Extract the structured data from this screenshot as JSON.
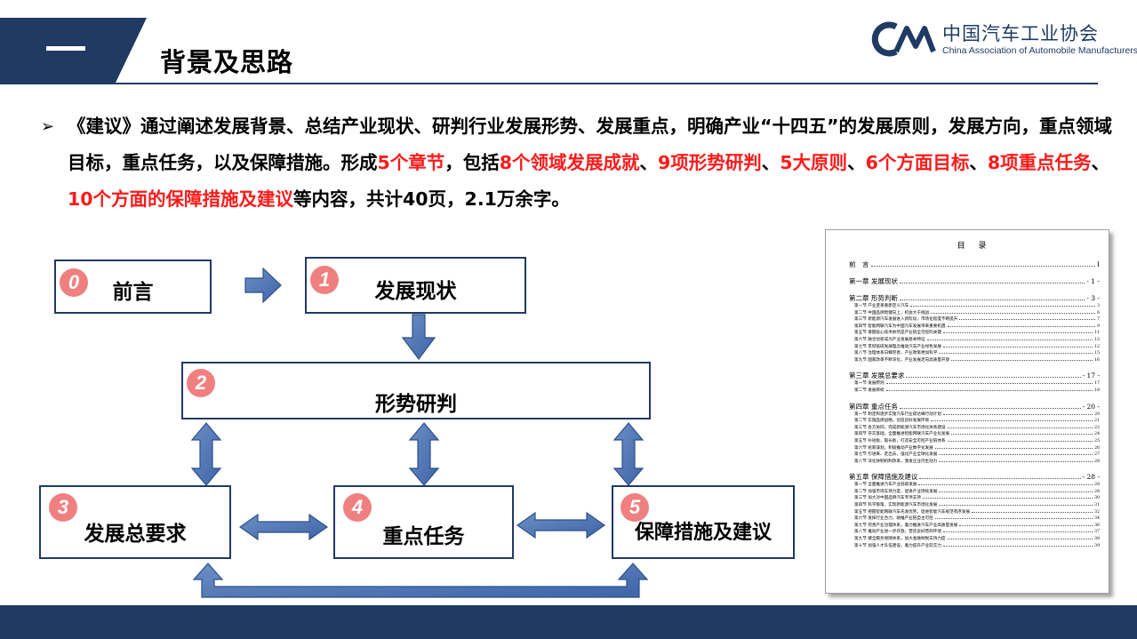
{
  "header": {
    "title": "背景及思路",
    "org_cn": "中国汽车工业协会",
    "org_en": "China Association of Automobile Manufacturers",
    "brand_color": "#1f3b63"
  },
  "intro": {
    "bullet": "➢",
    "segments": [
      {
        "text": "《建议》通过阐述发展背景、总结产业现状、研判行业发展形势、发展重点，明确产业“十四五”的发展原则，发展方向，重点领域目标，重点任务，以及保障措施。形成",
        "red": false
      },
      {
        "text": "5个章节",
        "red": true
      },
      {
        "text": "，包括",
        "red": false
      },
      {
        "text": "8个领域发展成就",
        "red": true
      },
      {
        "text": "、",
        "red": false
      },
      {
        "text": "9项形势研判",
        "red": true
      },
      {
        "text": "、",
        "red": false
      },
      {
        "text": "5大原则",
        "red": true
      },
      {
        "text": "、",
        "red": false
      },
      {
        "text": "6个方面目标",
        "red": true
      },
      {
        "text": "、",
        "red": false
      },
      {
        "text": "8项重点任务",
        "red": true
      },
      {
        "text": "、",
        "red": false
      },
      {
        "text": "10个方面的保障措施及建议",
        "red": true
      },
      {
        "text": "等内容，共计40页，2.1万余字。",
        "red": false
      }
    ]
  },
  "flow": {
    "box0": {
      "num": "0",
      "label": "前言"
    },
    "box1": {
      "num": "1",
      "label": "发展现状"
    },
    "box2": {
      "num": "2",
      "label": "形势研判"
    },
    "box3": {
      "num": "3",
      "label": "发展总要求"
    },
    "box4": {
      "num": "4",
      "label": "重点任务"
    },
    "box5": {
      "num": "5",
      "label": "保障措施及建议"
    }
  },
  "toc": {
    "title": "目 录",
    "entries": [
      {
        "level": 1,
        "text": "前　言",
        "page": "I"
      },
      {
        "level": 1,
        "text": "第一章  发展现状",
        "page": "- 1 -"
      },
      {
        "level": 1,
        "text": "第二章  形势判断",
        "page": "- 3 -"
      },
      {
        "level": 2,
        "text": "第一节  产业变革重新定义汽车",
        "page": "3"
      },
      {
        "level": 2,
        "text": "第二节  中国品牌稳健向上，机会大于挑战",
        "page": "6"
      },
      {
        "level": 2,
        "text": "第三节  新能源汽车发展进入新阶段，市场化程度不断提升",
        "page": "7"
      },
      {
        "level": 2,
        "text": "第四节  智能网联汽车为中国汽车发展带来重要机遇",
        "page": "9"
      },
      {
        "level": 2,
        "text": "第五节  掌握核心技术依然是产业链全可控的关键",
        "page": "11"
      },
      {
        "level": 2,
        "text": "第六节  融合创新成为产业发展基本特征",
        "page": "12"
      },
      {
        "level": 2,
        "text": "第七节  贯彻低碳发展理念推动汽车产业绿色发展",
        "page": "12"
      },
      {
        "level": 2,
        "text": "第八节  治理体系日臻完善，产业政策更加科学",
        "page": "15"
      },
      {
        "level": 2,
        "text": "第九节  国家改革不断深化，产业发展走向高质量开放",
        "page": "16"
      },
      {
        "level": 1,
        "text": "第三章  发展总要求",
        "page": "- 17 -"
      },
      {
        "level": 2,
        "text": "第一节  发展原则",
        "page": "17"
      },
      {
        "level": 2,
        "text": "第二节  发展目标",
        "page": "18"
      },
      {
        "level": 1,
        "text": "第四章  重点任务",
        "page": "- 20 -"
      },
      {
        "level": 2,
        "text": "第一节  制定和逐步实施汽车行业碳达峰行动计划",
        "page": "20"
      },
      {
        "level": 2,
        "text": "第二节  实施品牌战略，创造良好发展环境",
        "page": "21"
      },
      {
        "level": 2,
        "text": "第三节  各方协同，完成新能源汽车市场化体系建设",
        "page": "22"
      },
      {
        "level": 2,
        "text": "第四节  夯实基础，全面推进智能网联汽车产业化发展",
        "page": "24"
      },
      {
        "level": 2,
        "text": "第五节  补短板，锻长板，打造安全可控产业链体系",
        "page": "25"
      },
      {
        "level": 2,
        "text": "第六节  统筹谋划，积极推动产业数字化发展",
        "page": "26"
      },
      {
        "level": 2,
        "text": "第七节  引进来、走出去，强化产业全球化发展",
        "page": "27"
      },
      {
        "level": 2,
        "text": "第八节  深化体制机制改革，激发企业内生动力",
        "page": "28"
      },
      {
        "level": 1,
        "text": "第五章  保障措施及建议",
        "page": "- 28 -"
      },
      {
        "level": 2,
        "text": "第一节  全面推进汽车产业低碳发展",
        "page": "28"
      },
      {
        "level": 2,
        "text": "第二节  加强市场支持力度，促进产业持续发展",
        "page": "28"
      },
      {
        "level": 2,
        "text": "第三节  加大对中国品牌汽车专项支持",
        "page": "30"
      },
      {
        "level": 2,
        "text": "第四节  科学施策，实现新能源汽车市场化发展",
        "page": "31"
      },
      {
        "level": 2,
        "text": "第五节  把握智能网联汽车先发优势，促进智能汽车规范有序发展",
        "page": "32"
      },
      {
        "level": 2,
        "text": "第六节  发挥行业合力，助推产业链自主可控",
        "page": "34"
      },
      {
        "level": 2,
        "text": "第七节  完善产业治理体系，着力推进汽车产业高质量发展",
        "page": "36"
      },
      {
        "level": 2,
        "text": "第八节  推动产业进一步开放，营造良好营商环境",
        "page": "37"
      },
      {
        "level": 2,
        "text": "第九节  健全服务保障体系，加大金融财税支持力度",
        "page": "38"
      },
      {
        "level": 2,
        "text": "第十节  加强人才队伍建设，着力提升产业软实力",
        "page": "39"
      }
    ]
  }
}
